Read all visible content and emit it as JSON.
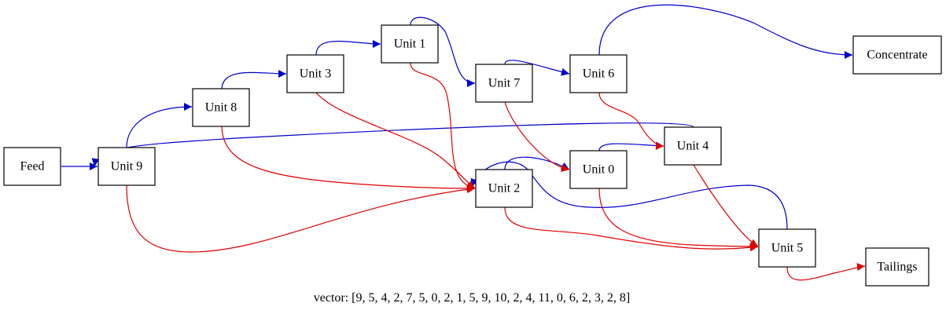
{
  "diagram": {
    "caption": "vector: [9, 5, 4, 2, 7, 5, 0, 2, 1, 5, 9, 10, 2, 4, 11, 0, 6, 2, 3, 2, 8]",
    "nodes": [
      {
        "id": "feed",
        "label": "Feed"
      },
      {
        "id": "u9",
        "label": "Unit 9"
      },
      {
        "id": "u8",
        "label": "Unit 8"
      },
      {
        "id": "u3",
        "label": "Unit 3"
      },
      {
        "id": "u1",
        "label": "Unit 1"
      },
      {
        "id": "u7",
        "label": "Unit 7"
      },
      {
        "id": "u6",
        "label": "Unit 6"
      },
      {
        "id": "conc",
        "label": "Concentrate"
      },
      {
        "id": "u2",
        "label": "Unit 2"
      },
      {
        "id": "u0",
        "label": "Unit 0"
      },
      {
        "id": "u4",
        "label": "Unit 4"
      },
      {
        "id": "u5",
        "label": "Unit 5"
      },
      {
        "id": "tail",
        "label": "Tailings"
      }
    ],
    "edges": [
      {
        "from": "feed",
        "to": "u9",
        "stream": "feed",
        "color": "#0000cc"
      },
      {
        "from": "u9",
        "to": "u8",
        "stream": "concentrate",
        "color": "#0000cc"
      },
      {
        "from": "u8",
        "to": "u3",
        "stream": "concentrate",
        "color": "#0000cc"
      },
      {
        "from": "u3",
        "to": "u1",
        "stream": "concentrate",
        "color": "#0000cc"
      },
      {
        "from": "u1",
        "to": "u7",
        "stream": "concentrate",
        "color": "#0000cc"
      },
      {
        "from": "u7",
        "to": "u6",
        "stream": "concentrate",
        "color": "#0000cc"
      },
      {
        "from": "u6",
        "to": "conc",
        "stream": "concentrate",
        "color": "#0000cc"
      },
      {
        "from": "u4",
        "to": "u9",
        "stream": "concentrate",
        "color": "#0000cc"
      },
      {
        "from": "u2",
        "to": "u0",
        "stream": "concentrate",
        "color": "#0000cc"
      },
      {
        "from": "u0",
        "to": "u4",
        "stream": "concentrate",
        "color": "#0000cc"
      },
      {
        "from": "u5",
        "to": "u2",
        "stream": "concentrate",
        "color": "#0000cc"
      },
      {
        "from": "u9",
        "to": "u2",
        "stream": "tailings",
        "color": "#dd0000"
      },
      {
        "from": "u8",
        "to": "u2",
        "stream": "tailings",
        "color": "#dd0000"
      },
      {
        "from": "u3",
        "to": "u2",
        "stream": "tailings",
        "color": "#dd0000"
      },
      {
        "from": "u1",
        "to": "u2",
        "stream": "tailings",
        "color": "#dd0000"
      },
      {
        "from": "u7",
        "to": "u0",
        "stream": "tailings",
        "color": "#dd0000"
      },
      {
        "from": "u6",
        "to": "u4",
        "stream": "tailings",
        "color": "#dd0000"
      },
      {
        "from": "u4",
        "to": "u5",
        "stream": "tailings",
        "color": "#dd0000"
      },
      {
        "from": "u0",
        "to": "u5",
        "stream": "tailings",
        "color": "#dd0000"
      },
      {
        "from": "u2",
        "to": "u5",
        "stream": "tailings",
        "color": "#dd0000"
      },
      {
        "from": "u5",
        "to": "tail",
        "stream": "tailings",
        "color": "#dd0000"
      }
    ]
  }
}
